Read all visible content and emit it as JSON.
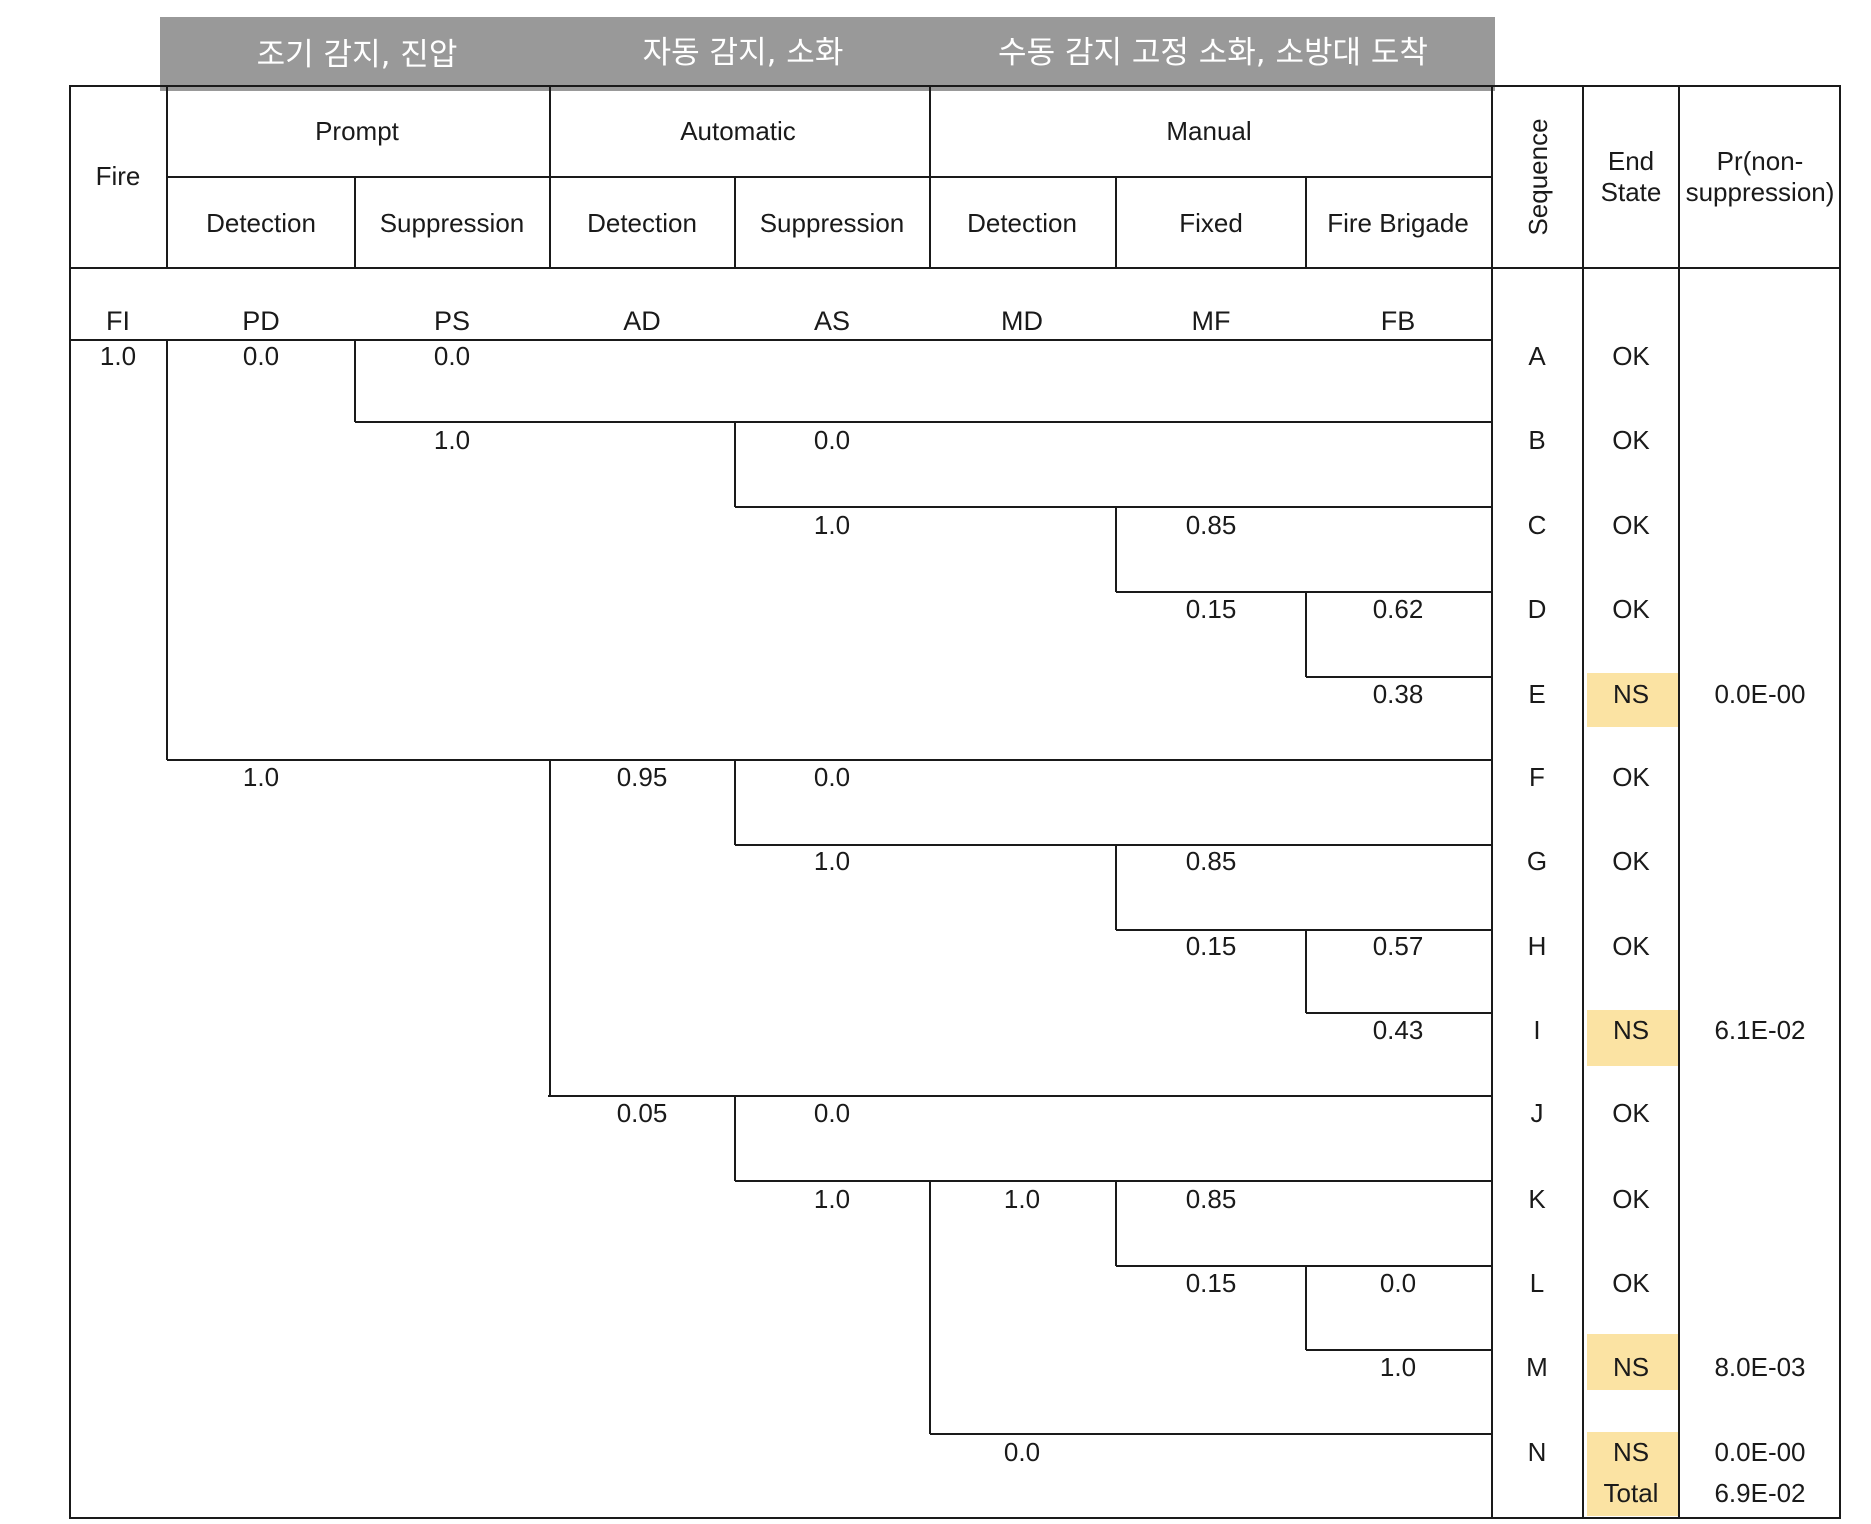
{
  "banners": [
    "조기 감지, 진압",
    "자동 감지, 소화",
    "수동 감지 고정 소화, 소방대 도착"
  ],
  "header": {
    "fire": "Fire",
    "groups": [
      "Prompt",
      "Automatic",
      "Manual"
    ],
    "subs": [
      "Detection",
      "Suppression",
      "Detection",
      "Suppression",
      "Detection",
      "Fixed",
      "Fire Brigade"
    ],
    "sequence": "Sequence",
    "end_state": [
      "End",
      "State"
    ],
    "pr_nonsuppression": [
      "Pr(non-",
      "suppression)"
    ]
  },
  "codes": [
    "FI",
    "PD",
    "PS",
    "AD",
    "AS",
    "MD",
    "MF",
    "FB"
  ],
  "probabilities": {
    "FI": [
      "1.0"
    ],
    "PD": [
      "0.0",
      "1.0"
    ],
    "PS": [
      "0.0",
      "1.0"
    ],
    "AD": [
      "0.95",
      "0.05"
    ],
    "AS": [
      "0.0",
      "1.0",
      "0.0",
      "1.0",
      "0.0",
      "1.0"
    ],
    "MD": [
      "1.0",
      "0.0"
    ],
    "MF": [
      "0.85",
      "0.15",
      "0.85",
      "0.15",
      "0.85",
      "0.15"
    ],
    "FB": [
      "0.62",
      "0.38",
      "0.57",
      "0.43",
      "0.0",
      "1.0"
    ]
  },
  "sequences": [
    {
      "id": "A",
      "end": "OK",
      "pr": ""
    },
    {
      "id": "B",
      "end": "OK",
      "pr": ""
    },
    {
      "id": "C",
      "end": "OK",
      "pr": ""
    },
    {
      "id": "D",
      "end": "OK",
      "pr": ""
    },
    {
      "id": "E",
      "end": "NS",
      "pr": "0.0E-00"
    },
    {
      "id": "F",
      "end": "OK",
      "pr": ""
    },
    {
      "id": "G",
      "end": "OK",
      "pr": ""
    },
    {
      "id": "H",
      "end": "OK",
      "pr": ""
    },
    {
      "id": "I",
      "end": "NS",
      "pr": "6.1E-02"
    },
    {
      "id": "J",
      "end": "OK",
      "pr": ""
    },
    {
      "id": "K",
      "end": "OK",
      "pr": ""
    },
    {
      "id": "L",
      "end": "OK",
      "pr": ""
    },
    {
      "id": "M",
      "end": "NS",
      "pr": "8.0E-03"
    },
    {
      "id": "N",
      "end": "NS",
      "pr": "0.0E-00"
    }
  ],
  "total": {
    "label": "Total",
    "value": "6.9E-02"
  },
  "colors": {
    "banner": "#999999",
    "ns_highlight": "#fbe3a3",
    "line": "#1a1a1a"
  }
}
